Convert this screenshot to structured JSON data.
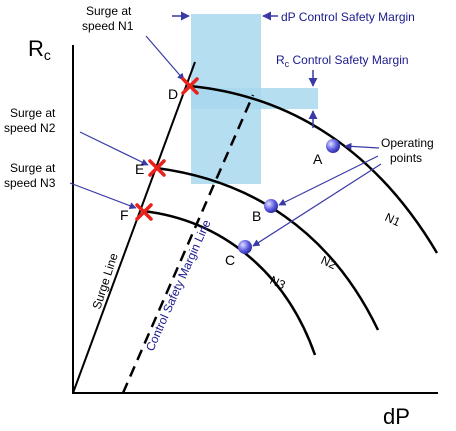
{
  "axes": {
    "y_label_main": "R",
    "y_label_sub": "c",
    "x_label": "dP"
  },
  "margins": {
    "dp_label": "dP Control Safety Margin",
    "rc_label_main": "R",
    "rc_label_sub": "c",
    "rc_label_rest": " Control Safety Margin"
  },
  "surge_labels": [
    {
      "line1": "Surge at",
      "line2": "speed N1"
    },
    {
      "line1": "Surge at",
      "line2": "speed N2"
    },
    {
      "line1": "Surge at",
      "line2": "speed N3"
    }
  ],
  "points": {
    "A": "A",
    "B": "B",
    "C": "C",
    "D": "D",
    "E": "E",
    "F": "F"
  },
  "operating_points": {
    "line1": "Operating",
    "line2": "points"
  },
  "speed_curves": {
    "N1": "N1",
    "N2": "N2",
    "N3": "N3"
  },
  "lines": {
    "surge": "Surge Line",
    "control": "Control Safety Margin Line"
  },
  "colors": {
    "margin_fill": "#a8d8ee",
    "arrow": "#3a3aa6",
    "marker": "#e8221b",
    "dot": "#5a5ae0"
  }
}
